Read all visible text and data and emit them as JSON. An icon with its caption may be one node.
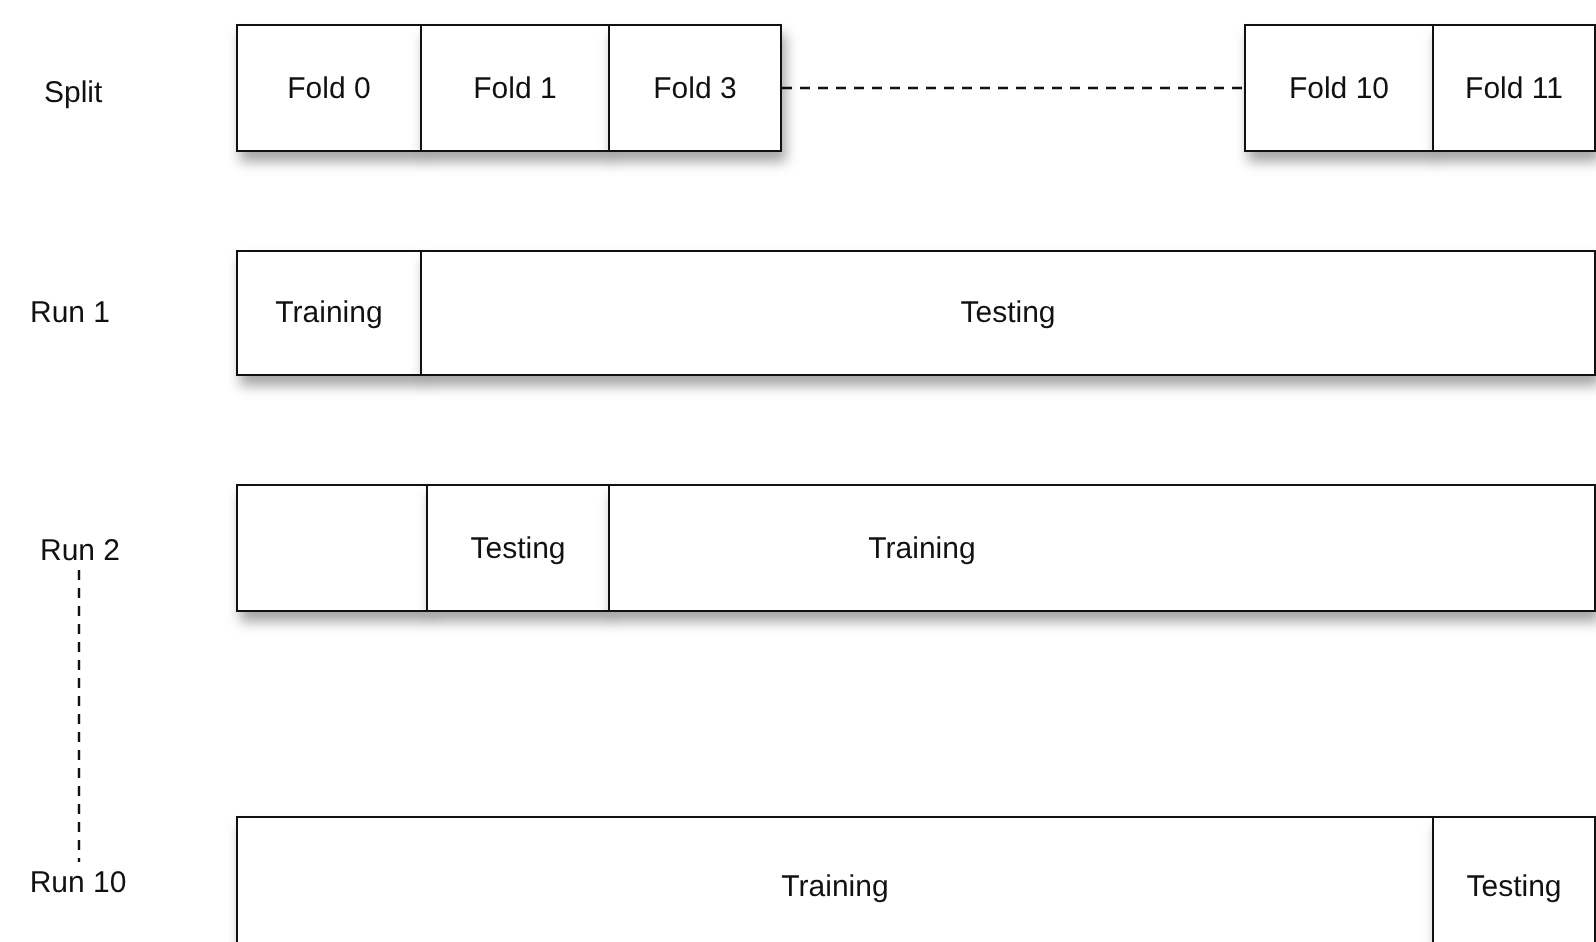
{
  "diagram": {
    "nodes": [
      {
        "text": [
          "Fold 0"
        ]
      },
      {
        "text": [
          "Fold 1"
        ]
      },
      {
        "text": [
          "Fold 3"
        ]
      },
      {
        "text": [
          "Fold 10"
        ]
      },
      {
        "text": [
          "Fold 11"
        ]
      },
      {
        "text": [
          "Training"
        ]
      },
      {
        "text": [
          "Testing"
        ]
      },
      {
        "text": [
          "Run 2"
        ]
      },
      {
        "text": [],
        "shape": "box"
      },
      {
        "text": [
          "Testing"
        ]
      },
      {
        "text": [
          "Training"
        ]
      },
      {
        "text": [
          "Run 10"
        ]
      },
      {
        "text": [
          "Training"
        ]
      },
      {
        "text": [
          "Testing"
        ]
      }
    ],
    "edges": [
      {
        "from": 2,
        "to": 3,
        "arrow": "none",
        "style": "dashed"
      },
      {
        "from": 7,
        "to": 11,
        "arrow": "none",
        "style": "dashed"
      }
    ],
    "labels": [
      "Split",
      "Run 1"
    ]
  }
}
